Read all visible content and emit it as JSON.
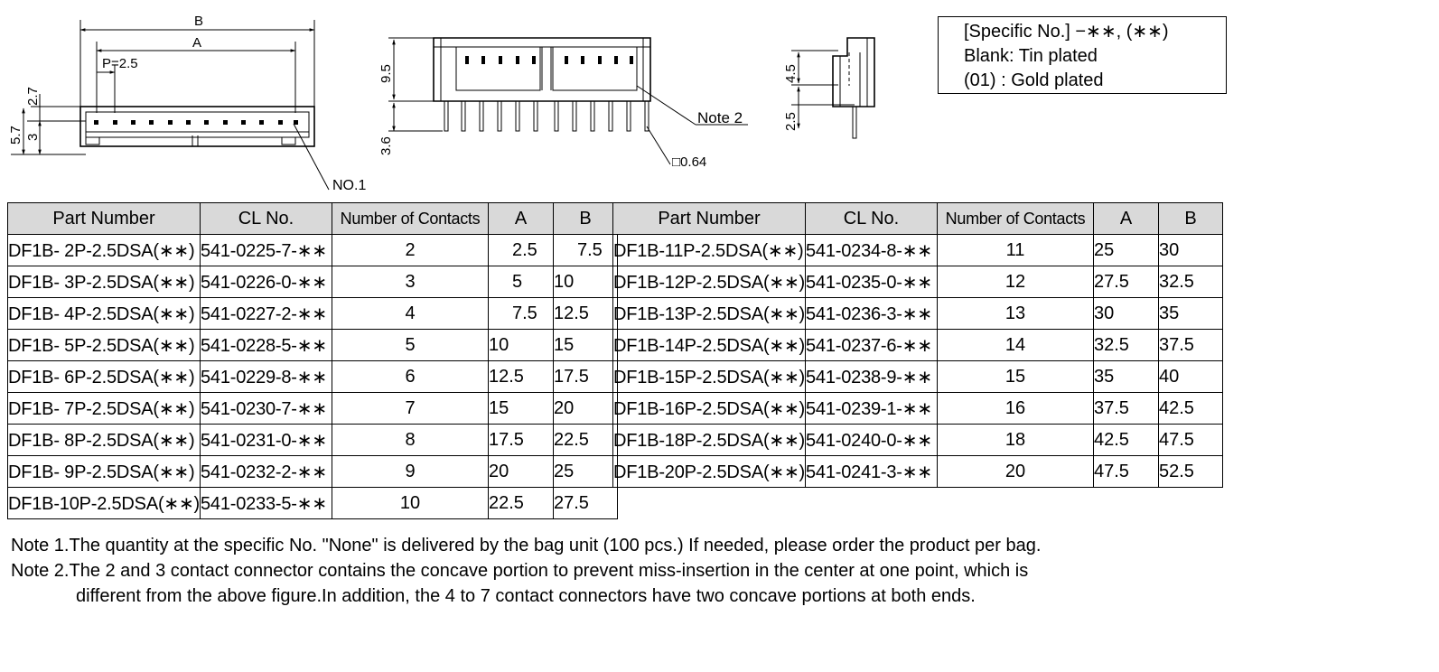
{
  "drawing": {
    "dim_B": "B",
    "dim_A": "A",
    "dim_P": "P=2.5",
    "dim_57": "5.7",
    "dim_27": "2.7",
    "dim_3": "3",
    "no1": "NO.1",
    "dim_95": "9.5",
    "dim_36": "3.6",
    "note2": "Note 2",
    "pin": "□0.64",
    "dim_45": "4.5",
    "dim_25": "2.5"
  },
  "specific_box": {
    "line1": "[Specific No.]  −∗∗, (∗∗)",
    "line2": "Blank: Tin plated",
    "line3": "(01) : Gold plated"
  },
  "table_headers": {
    "part_number": "Part Number",
    "cl_no": "CL No.",
    "contacts": "Number of Contacts",
    "a": "A",
    "b": "B"
  },
  "left_rows": [
    {
      "part": "DF1B- 2P-2.5DSA(∗∗)",
      "cl": "541-0225-7-∗∗",
      "contacts": "2",
      "a": "2.5",
      "b": "7.5"
    },
    {
      "part": "DF1B- 3P-2.5DSA(∗∗)",
      "cl": "541-0226-0-∗∗",
      "contacts": "3",
      "a": "5",
      "b": "10"
    },
    {
      "part": "DF1B- 4P-2.5DSA(∗∗)",
      "cl": "541-0227-2-∗∗",
      "contacts": "4",
      "a": "7.5",
      "b": "12.5"
    },
    {
      "part": "DF1B- 5P-2.5DSA(∗∗)",
      "cl": "541-0228-5-∗∗",
      "contacts": "5",
      "a": "10",
      "b": "15"
    },
    {
      "part": "DF1B- 6P-2.5DSA(∗∗)",
      "cl": "541-0229-8-∗∗",
      "contacts": "6",
      "a": "12.5",
      "b": "17.5"
    },
    {
      "part": "DF1B- 7P-2.5DSA(∗∗)",
      "cl": "541-0230-7-∗∗",
      "contacts": "7",
      "a": "15",
      "b": "20"
    },
    {
      "part": "DF1B- 8P-2.5DSA(∗∗)",
      "cl": "541-0231-0-∗∗",
      "contacts": "8",
      "a": "17.5",
      "b": "22.5"
    },
    {
      "part": "DF1B- 9P-2.5DSA(∗∗)",
      "cl": "541-0232-2-∗∗",
      "contacts": "9",
      "a": "20",
      "b": "25"
    },
    {
      "part": "DF1B-10P-2.5DSA(∗∗)",
      "cl": "541-0233-5-∗∗",
      "contacts": "10",
      "a": "22.5",
      "b": "27.5"
    }
  ],
  "right_rows": [
    {
      "part": "DF1B-11P-2.5DSA(∗∗)",
      "cl": "541-0234-8-∗∗",
      "contacts": "11",
      "a": "25",
      "b": "30"
    },
    {
      "part": "DF1B-12P-2.5DSA(∗∗)",
      "cl": "541-0235-0-∗∗",
      "contacts": "12",
      "a": "27.5",
      "b": "32.5"
    },
    {
      "part": "DF1B-13P-2.5DSA(∗∗)",
      "cl": "541-0236-3-∗∗",
      "contacts": "13",
      "a": "30",
      "b": "35"
    },
    {
      "part": "DF1B-14P-2.5DSA(∗∗)",
      "cl": "541-0237-6-∗∗",
      "contacts": "14",
      "a": "32.5",
      "b": "37.5"
    },
    {
      "part": "DF1B-15P-2.5DSA(∗∗)",
      "cl": "541-0238-9-∗∗",
      "contacts": "15",
      "a": "35",
      "b": "40"
    },
    {
      "part": "DF1B-16P-2.5DSA(∗∗)",
      "cl": "541-0239-1-∗∗",
      "contacts": "16",
      "a": "37.5",
      "b": "42.5"
    },
    {
      "part": "DF1B-18P-2.5DSA(∗∗)",
      "cl": "541-0240-0-∗∗",
      "contacts": "18",
      "a": "42.5",
      "b": "47.5"
    },
    {
      "part": "DF1B-20P-2.5DSA(∗∗)",
      "cl": "541-0241-3-∗∗",
      "contacts": "20",
      "a": "47.5",
      "b": "52.5"
    }
  ],
  "notes": {
    "note1": "Note 1.The quantity at the specific No. \"None\" is delivered by the bag unit (100 pcs.) If needed, please order the product per bag.",
    "note2_line1": "Note 2.The 2 and 3 contact connector contains the concave portion to prevent miss-insertion in the center at one point, which is",
    "note2_line2": "different from the above figure.In addition, the 4 to 7 contact connectors have two concave portions at both ends."
  }
}
